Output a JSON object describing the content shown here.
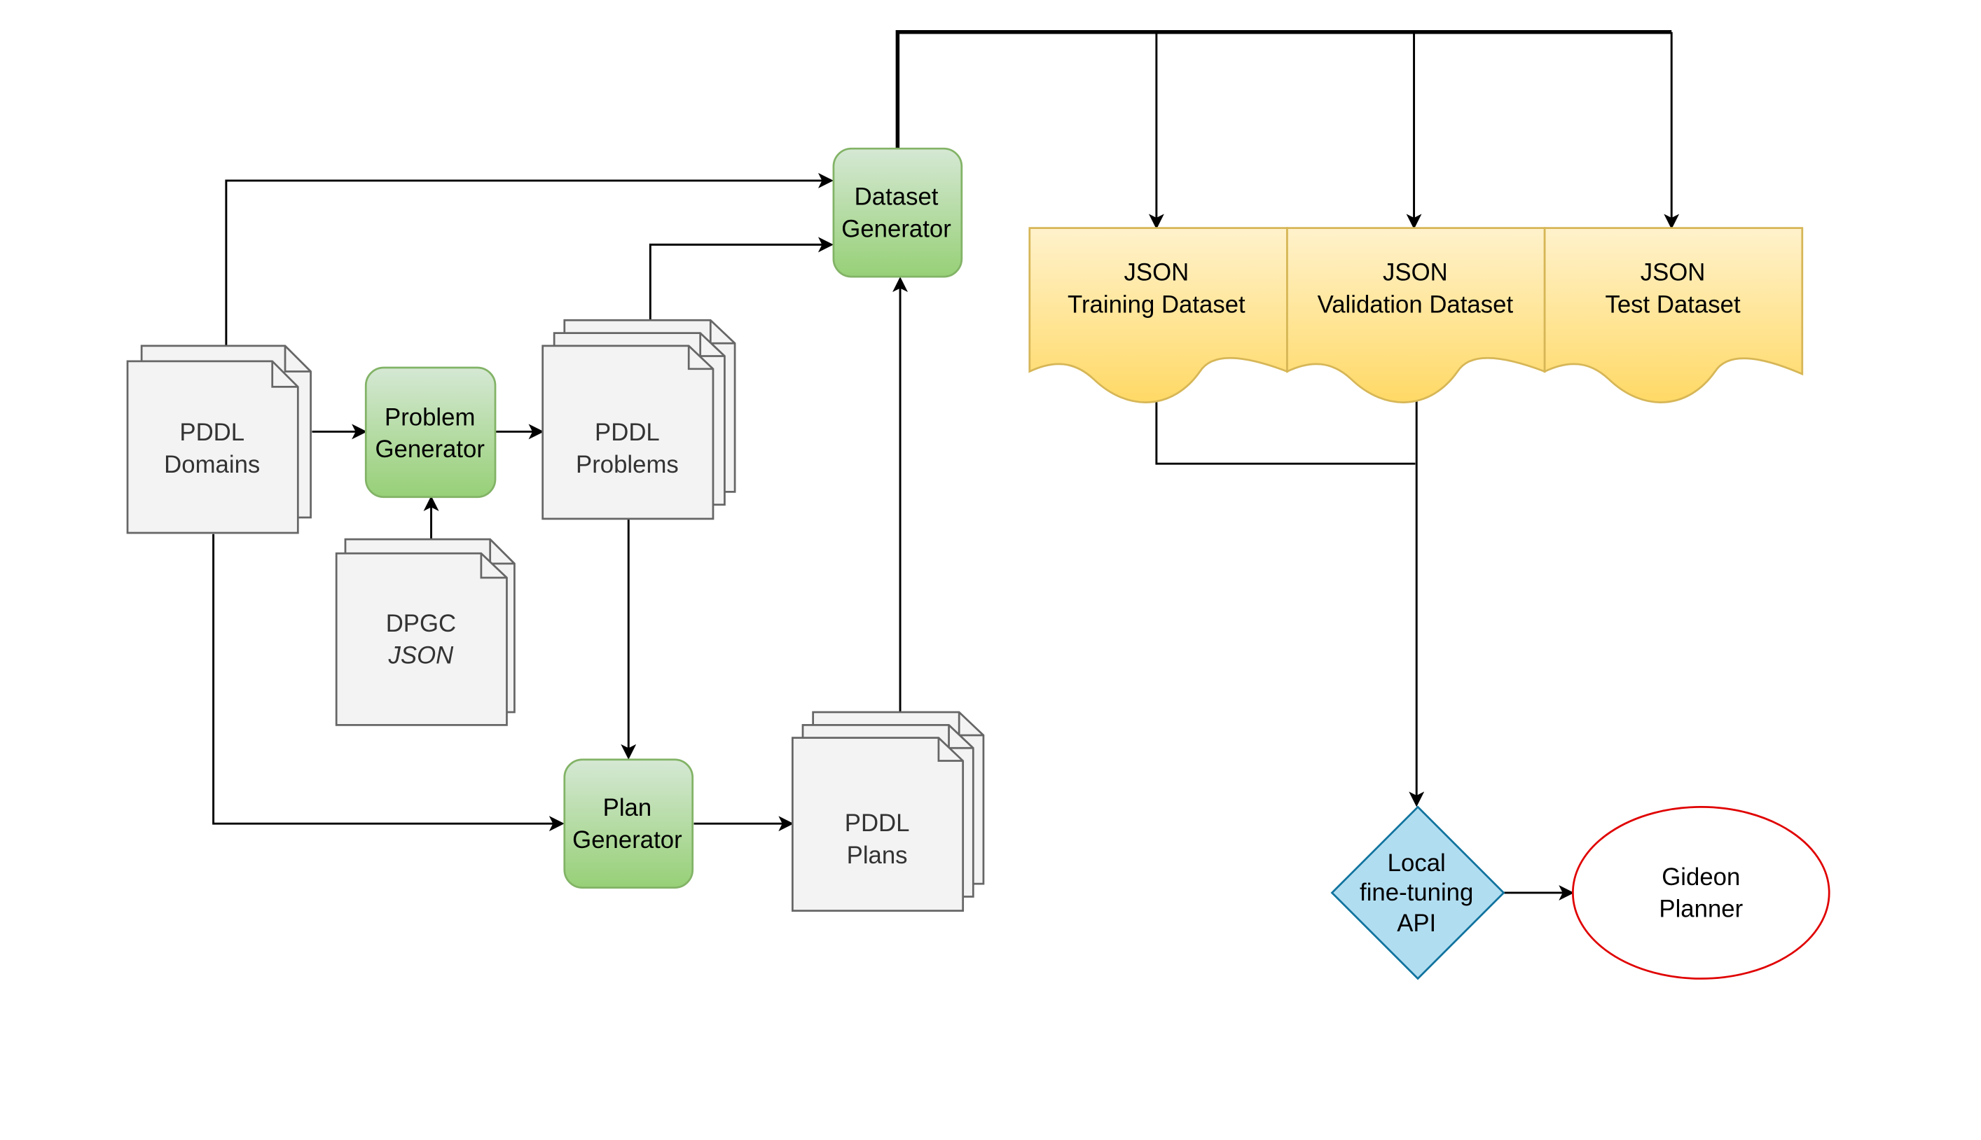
{
  "nodes": {
    "pddl_domains": {
      "line1": "PDDL",
      "line2": "Domains"
    },
    "problem_generator": {
      "line1": "Problem",
      "line2": "Generator"
    },
    "pddl_problems": {
      "line1": "PDDL",
      "line2": "Problems"
    },
    "dpgc_json": {
      "line1": "DPGC",
      "line2": "JSON"
    },
    "dataset_generator": {
      "line1": "Dataset",
      "line2": "Generator"
    },
    "plan_generator": {
      "line1": "Plan",
      "line2": "Generator"
    },
    "pddl_plans": {
      "line1": "PDDL",
      "line2": "Plans"
    },
    "training_dataset": {
      "line1": "JSON",
      "line2": "Training Dataset"
    },
    "validation_dataset": {
      "line1": "JSON",
      "line2": "Validation Dataset"
    },
    "test_dataset": {
      "line1": "JSON",
      "line2": "Test Dataset"
    },
    "local_finetuning_api": {
      "line1": "Local",
      "line2": "fine-tuning",
      "line3": "API"
    },
    "gideon_planner": {
      "line1": "Gideon",
      "line2": "Planner"
    }
  },
  "colors": {
    "document_fill": "#f3f3f3",
    "document_stroke": "#666666",
    "process_fill_top": "#d5e8d4",
    "process_fill_bottom": "#97d077",
    "process_stroke": "#82b366",
    "dataset_fill_top": "#fff2cc",
    "dataset_fill_bottom": "#ffd966",
    "dataset_stroke": "#d6b656",
    "diamond_fill": "#b1ddf0",
    "diamond_stroke": "#10739e",
    "ellipse_stroke": "#e00000",
    "edge": "#000000"
  }
}
